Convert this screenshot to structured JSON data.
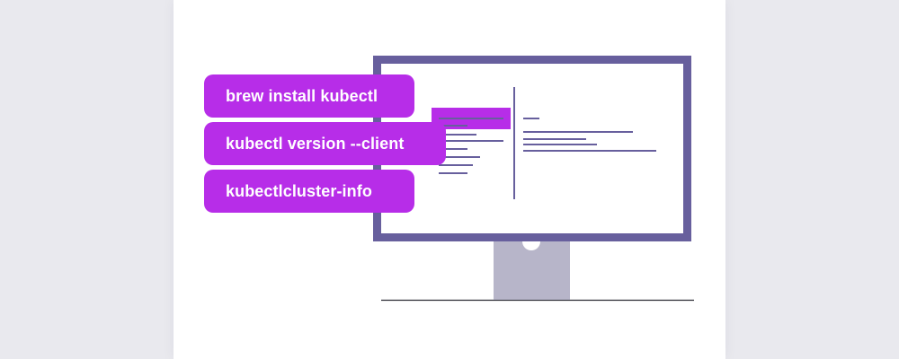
{
  "theme": {
    "page_background": "#e9e9ee",
    "card_background": "#ffffff",
    "accent": "#b72de8",
    "monitor_frame": "#675f9d",
    "monitor_stand": "#b7b5c9",
    "code_line_color": "#675f9d"
  },
  "commands": [
    {
      "label": "brew install kubectl"
    },
    {
      "label": "kubectl version --client"
    },
    {
      "label": "kubectlcluster-info"
    }
  ],
  "icons": {
    "monitor": "monitor-icon",
    "code_editor": "code-editor-icon"
  }
}
